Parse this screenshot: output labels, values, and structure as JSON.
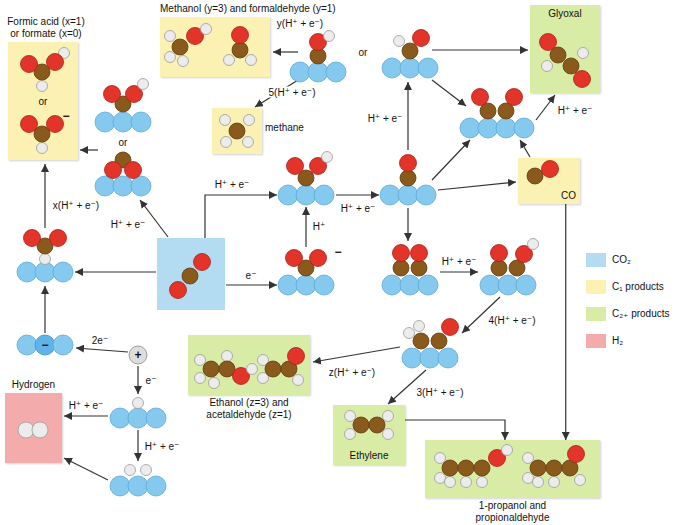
{
  "diagram": {
    "nodes": [
      {
        "text": [
          "Methanol (y=3) and formaldehyde (y=1)"
        ]
      },
      {
        "text": [
          "Formic acid (x=1) or formate (x=0)",
          "or"
        ]
      },
      {
        "text": [
          "methane"
        ]
      },
      {
        "text": [
          "Glyoxal"
        ]
      },
      {
        "text": [
          "CO"
        ]
      },
      {
        "text": [
          "Ethanol (z=3) and acetaldehyde (z=1)"
        ]
      },
      {
        "text": [
          "Ethylene"
        ]
      },
      {
        "text": [
          "Hydrogen"
        ]
      },
      {
        "text": [
          "1-propanol and propionaldehyde"
        ]
      }
    ],
    "edges": [
      {
        "from": 4,
        "to": 8,
        "arrow": "to"
      },
      {
        "from": 6,
        "to": 8,
        "arrow": "to"
      }
    ],
    "labels": [
      "−",
      "or",
      "x(H⁺ + e⁻)",
      "H⁺ + e⁻",
      "y(H⁺ + e⁻)",
      "5(H⁺ + e⁻)",
      "or",
      "H⁺ + e⁻",
      "H⁺",
      "−",
      "e⁻",
      "H⁺ + e⁻",
      "H⁺ + e⁻",
      "H⁺ + e⁻",
      "H⁺ + e⁻",
      "4(H⁺ + e⁻)",
      "z(H⁺ + e⁻)",
      "3(H⁺ + e⁻)",
      "2e⁻",
      "−",
      "+",
      "e⁻",
      "H⁺ + e⁻",
      "H⁺ + e⁻"
    ],
    "legend": [
      {
        "text": "CO₂",
        "color": "#b3dcf3"
      },
      {
        "text": "C₁ products",
        "color": "#fbf1b3"
      },
      {
        "text": "C₂₊ products",
        "color": "#d9eca6"
      },
      {
        "text": "H₂",
        "color": "#f3abab"
      }
    ]
  }
}
